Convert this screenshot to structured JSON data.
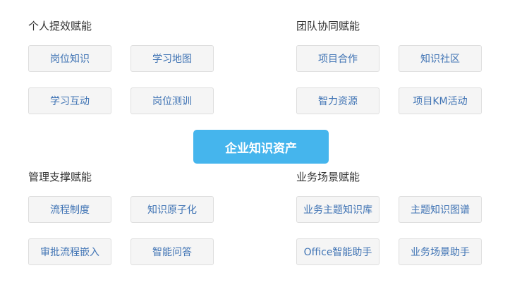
{
  "center": {
    "label": "企业知识资产"
  },
  "groups": [
    {
      "title": "个人提效赋能",
      "items": [
        "岗位知识",
        "学习地图",
        "学习互动",
        "岗位测训"
      ]
    },
    {
      "title": "团队协同赋能",
      "items": [
        "项目合作",
        "知识社区",
        "智力资源",
        "项目KM活动"
      ]
    },
    {
      "title": "管理支撑赋能",
      "items": [
        "流程制度",
        "知识原子化",
        "审批流程嵌入",
        "智能问答"
      ]
    },
    {
      "title": "业务场景赋能",
      "items": [
        "业务主题知识库",
        "主题知识图谱",
        "Office智能助手",
        "业务场景助手"
      ]
    }
  ],
  "colors": {
    "accent": "#45b5ed",
    "chip_text": "#3f73b4",
    "chip_bg": "#f5f5f5",
    "chip_border": "#dedede",
    "title_text": "#333333"
  }
}
